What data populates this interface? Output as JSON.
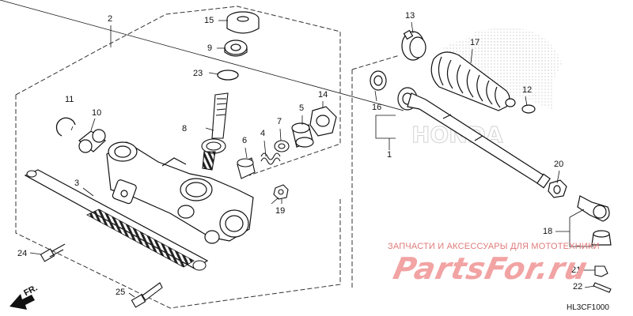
{
  "diagram": {
    "callouts": [
      "1",
      "2",
      "3",
      "4",
      "5",
      "6",
      "7",
      "8",
      "9",
      "10",
      "11",
      "12",
      "13",
      "14",
      "15",
      "16",
      "17",
      "18",
      "19",
      "20",
      "21",
      "22",
      "23",
      "24",
      "25"
    ],
    "direction_label": "FR.",
    "diagram_code": "HL3CF1000"
  },
  "watermark": {
    "tagline": "ЗАПЧАСТИ И АКСЕССУАРЫ ДЛЯ МОТОТЕХНИКИ",
    "logo": "PartsFor.ru",
    "brand": "HONDA"
  }
}
